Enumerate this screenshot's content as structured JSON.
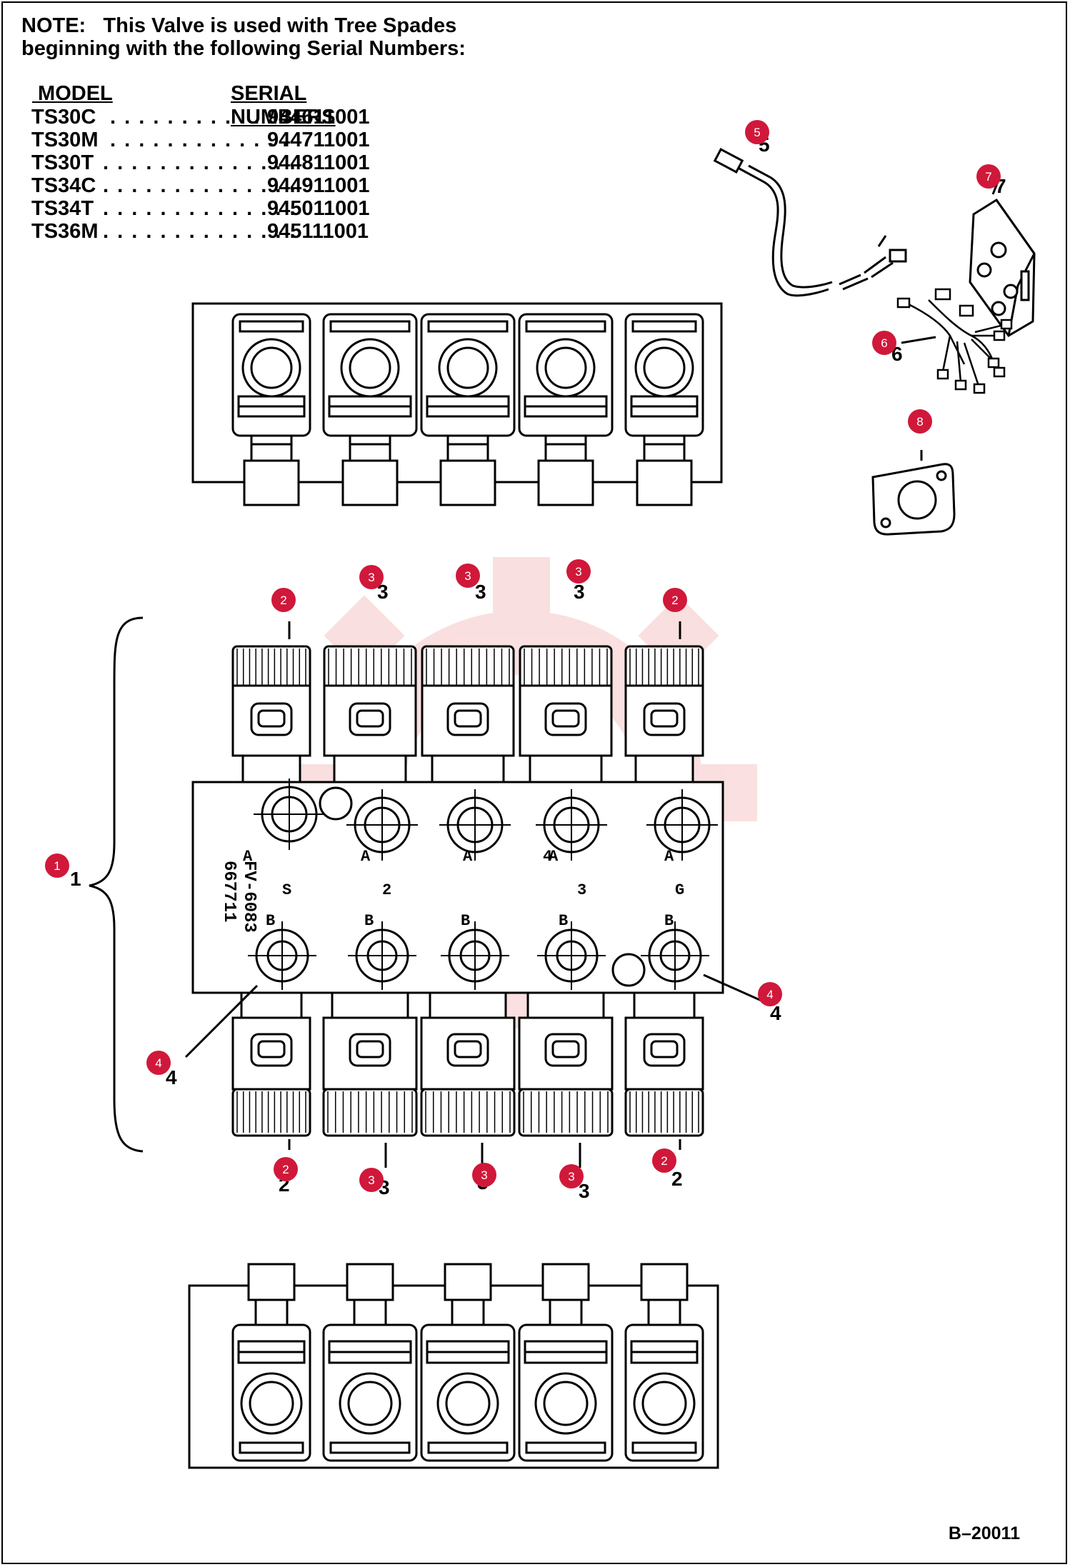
{
  "note": {
    "line1": "NOTE:   This Valve is used with Tree Spades",
    "line2": "beginning with the following Serial Numbers:"
  },
  "table": {
    "header_model": " MODEL",
    "header_serial": "SERIAL NUMBERS",
    "rows": [
      {
        "model": "TS30C",
        "dots": " . . . . . . . . . . . . .",
        "serial": "944611001"
      },
      {
        "model": "TS30M",
        "dots": " . . . . . . . . . . . . .",
        "serial": "944711001"
      },
      {
        "model": "TS30T",
        "dots": ". . . . . . . . . . . . . .",
        "serial": "944811001"
      },
      {
        "model": "TS34C",
        "dots": ". . . . . . . . . . . . . .",
        "serial": "944911001"
      },
      {
        "model": "TS34T",
        "dots": ". . . . . . . . . . . . . .",
        "serial": "945011001"
      },
      {
        "model": "TS36M",
        "dots": ". . . . . . . . . . . . . .",
        "serial": "945111001"
      }
    ]
  },
  "figure_number": "B–20011",
  "valve_body_labels": {
    "part_number": "667711",
    "model_code": "FV-6083",
    "port_a": "A",
    "port_b": "B",
    "section_labels": [
      "S",
      "2",
      "",
      "3",
      "G"
    ]
  },
  "callouts": [
    {
      "n": "1"
    },
    {
      "n": "2"
    },
    {
      "n": "2"
    },
    {
      "n": "3"
    },
    {
      "n": "3"
    },
    {
      "n": "3"
    },
    {
      "n": "2"
    },
    {
      "n": "3"
    },
    {
      "n": "3"
    },
    {
      "n": "3"
    },
    {
      "n": "2"
    },
    {
      "n": "4"
    },
    {
      "n": "4"
    },
    {
      "n": "5"
    },
    {
      "n": "6"
    },
    {
      "n": "7"
    },
    {
      "n": "8"
    }
  ],
  "plain_numbers": [
    "3",
    "3",
    "3",
    "2",
    "3",
    "3",
    "3",
    "2",
    "4",
    "4",
    "1",
    "5",
    "6",
    "7"
  ],
  "colors": {
    "callout": "#d0183a",
    "watermark": "#f5c6c6"
  }
}
